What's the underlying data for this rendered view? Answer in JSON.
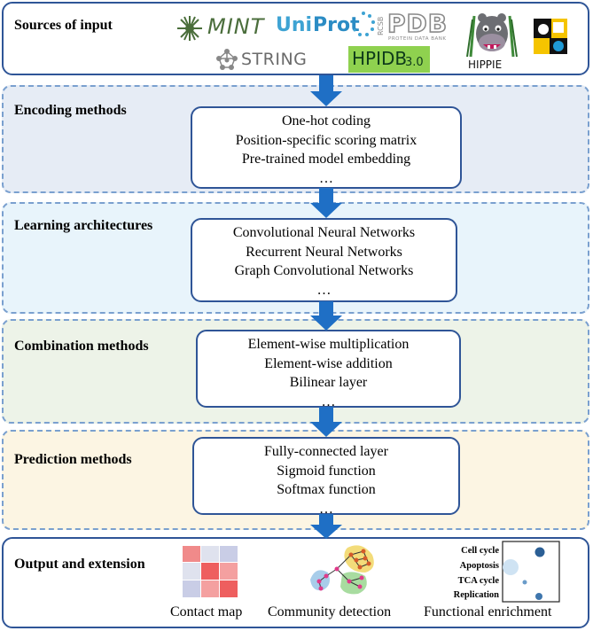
{
  "sources": {
    "title": "Sources of input",
    "logos": {
      "mint": "MINT",
      "uniprot_uni": "Uni",
      "uniprot_prot": "Prot",
      "pdb": "PDB",
      "pdb_rcsb": "RCSB",
      "pdb_sub": "PROTEIN DATA BANK",
      "string": "STRING",
      "hpidb": "HPIDB",
      "hpidb_ver": "3.0",
      "hippie": "HIPPIE"
    }
  },
  "encoding": {
    "title": "Encoding methods",
    "items": [
      "One-hot coding",
      "Position-specific scoring matrix",
      "Pre-trained model embedding",
      "…"
    ]
  },
  "learning": {
    "title": "Learning architectures",
    "items": [
      "Convolutional Neural Networks",
      "Recurrent Neural Networks",
      "Graph Convolutional Networks",
      "…"
    ]
  },
  "combination": {
    "title": "Combination methods",
    "items": [
      "Element-wise multiplication",
      "Element-wise addition",
      "Bilinear layer",
      "…"
    ]
  },
  "prediction": {
    "title": "Prediction methods",
    "items": [
      "Fully-connected layer",
      "Sigmoid function",
      "Softmax function",
      "…"
    ]
  },
  "output": {
    "title": "Output and extension",
    "contact_map": "Contact map",
    "community_detection": "Community detection",
    "functional_enrichment": "Functional enrichment",
    "enrichment_terms": [
      "Cell cycle",
      "Apoptosis",
      "TCA cycle",
      "Replication"
    ]
  },
  "colors": {
    "border": "#2f5597",
    "arrow": "#1f6fc5",
    "encoding_bg": "#e6ecf5",
    "learning_bg": "#e8f4fb",
    "combination_bg": "#edf3e8",
    "prediction_bg": "#fcf5e3"
  }
}
